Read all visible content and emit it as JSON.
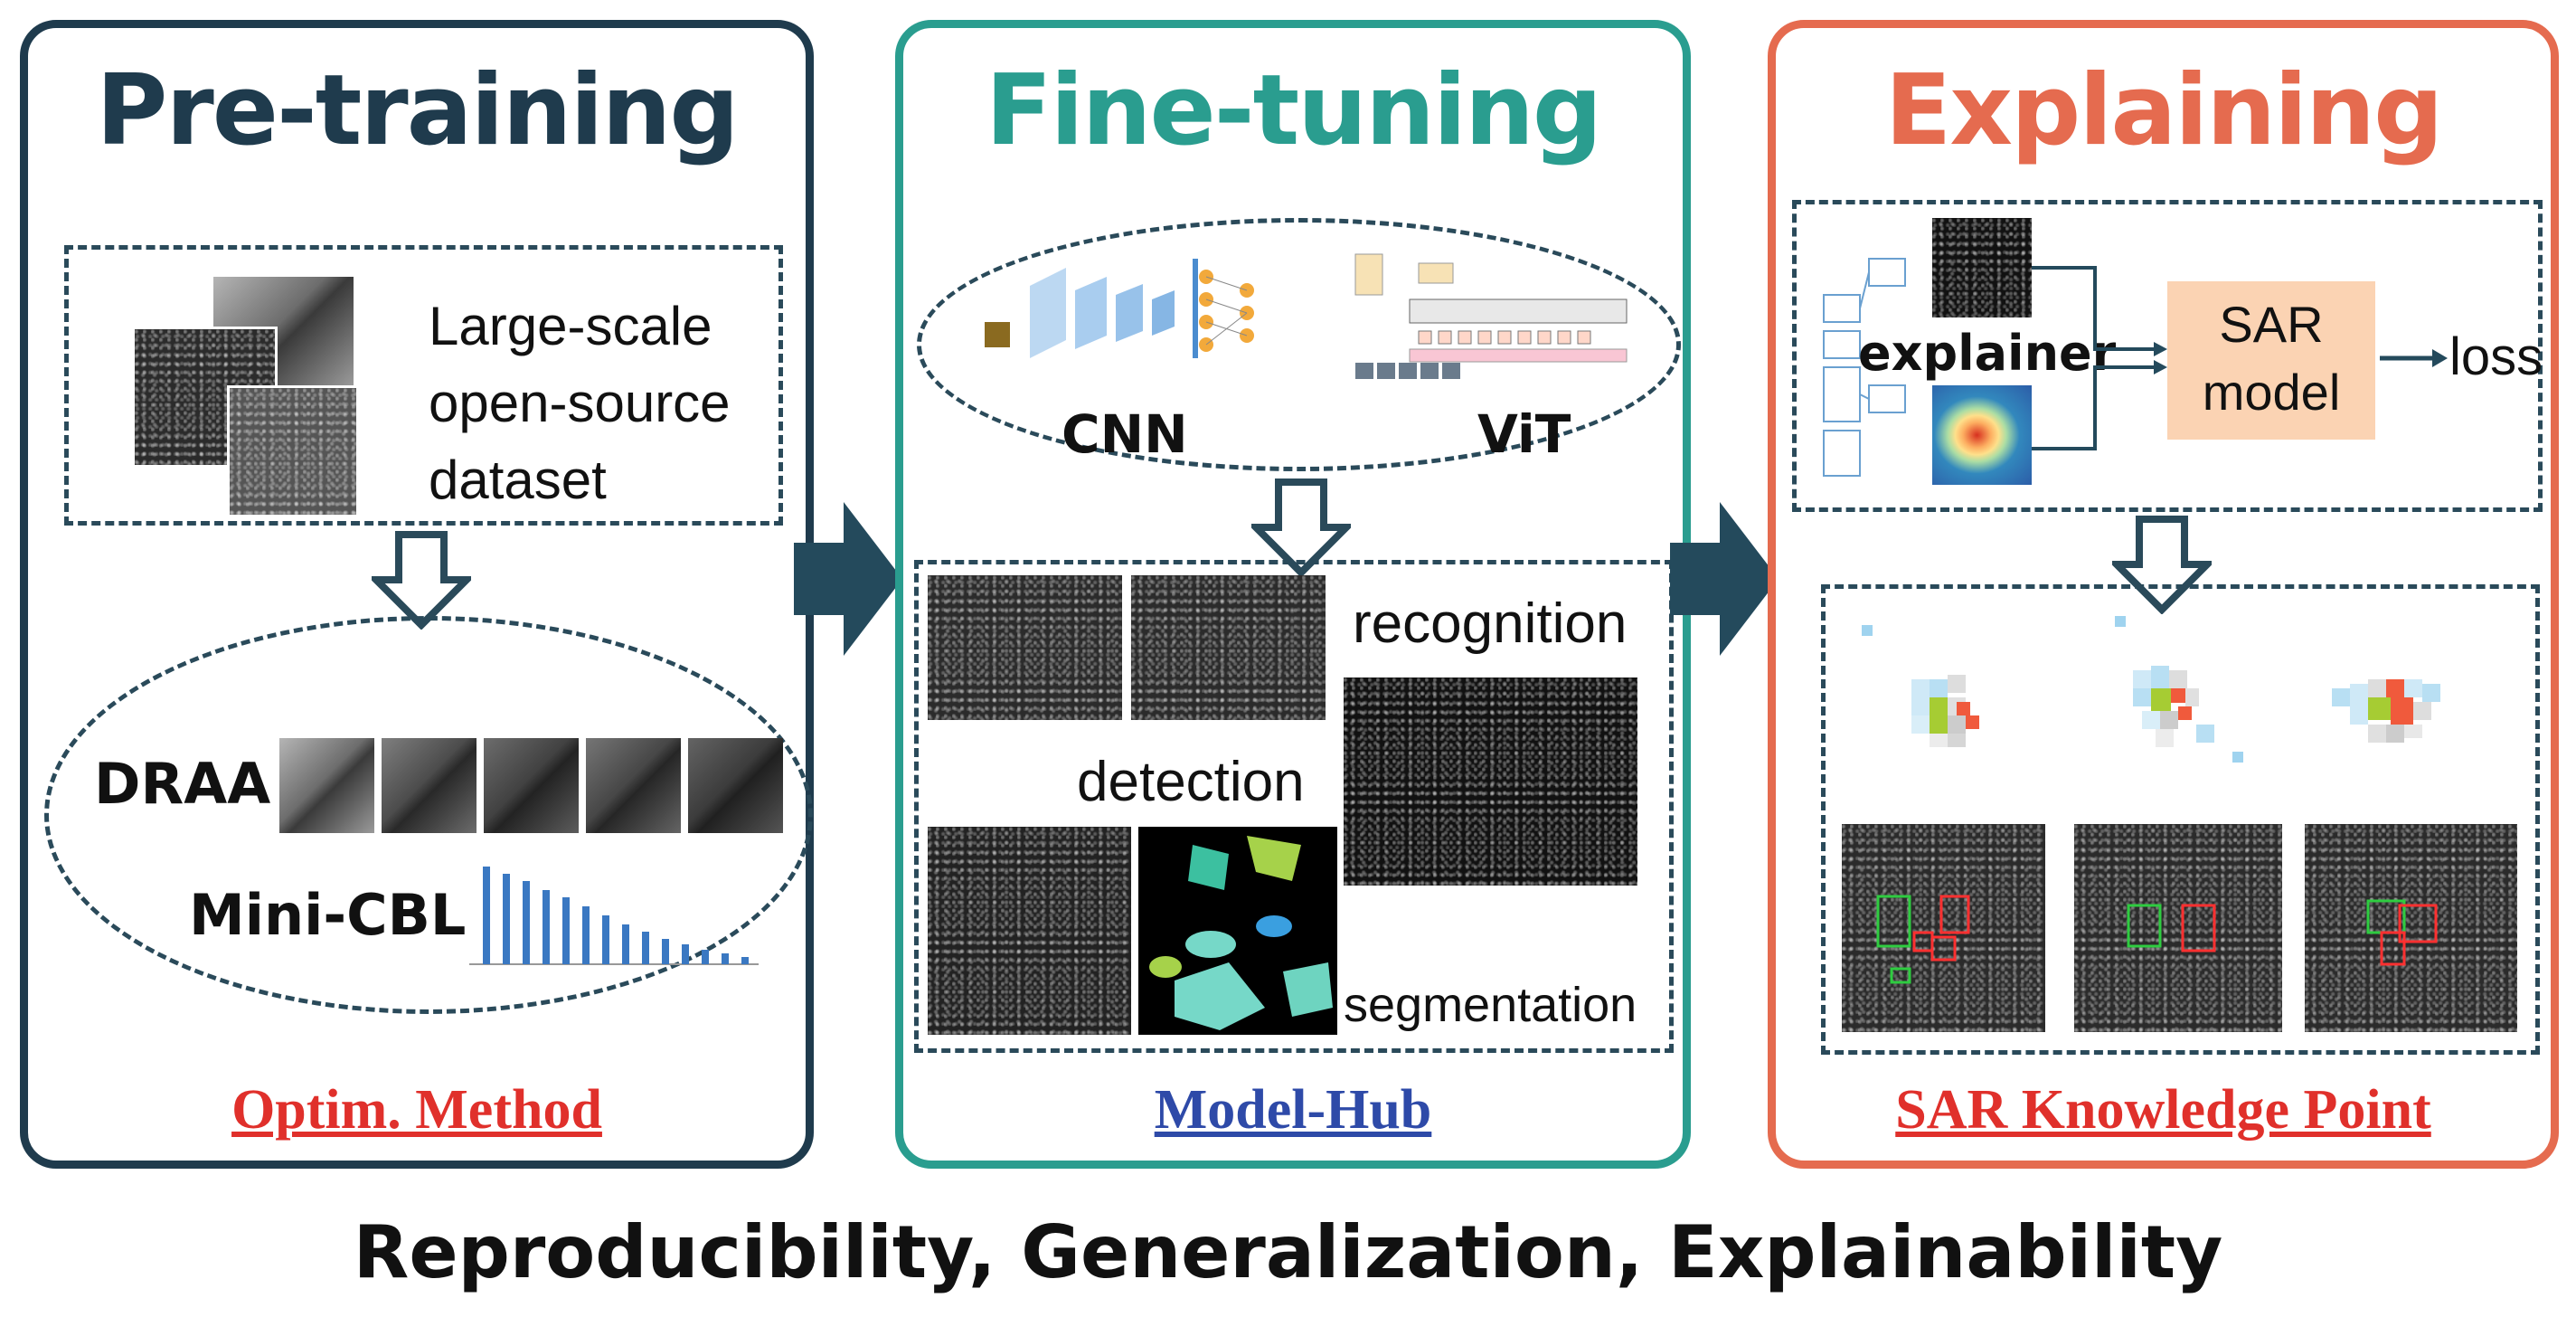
{
  "panels": {
    "pretraining": {
      "title": "Pre-training",
      "title_color": "#1f3b4d",
      "dataset_text": [
        "Large-scale",
        "open-source",
        "dataset"
      ],
      "methods": [
        "DRAA",
        "Mini-CBL"
      ],
      "footer": "Optim. Method",
      "footer_color": "#e0302b"
    },
    "finetuning": {
      "title": "Fine-tuning",
      "title_color": "#2a9d8f",
      "models": [
        "CNN",
        "ViT"
      ],
      "tasks": [
        "recognition",
        "detection",
        "segmentation"
      ],
      "footer": "Model-Hub",
      "footer_color": "#2e4aa8"
    },
    "explaining": {
      "title": "Explaining",
      "title_color": "#e56b4f",
      "explainer_label": "explainer",
      "model_label": [
        "SAR",
        "model"
      ],
      "loss_label": "loss",
      "model_box_color": "#fbd3b3",
      "footer": "SAR Knowledge Point",
      "footer_color": "#e0302b"
    }
  },
  "caption": "Reproducibility, Generalization, Explainability"
}
